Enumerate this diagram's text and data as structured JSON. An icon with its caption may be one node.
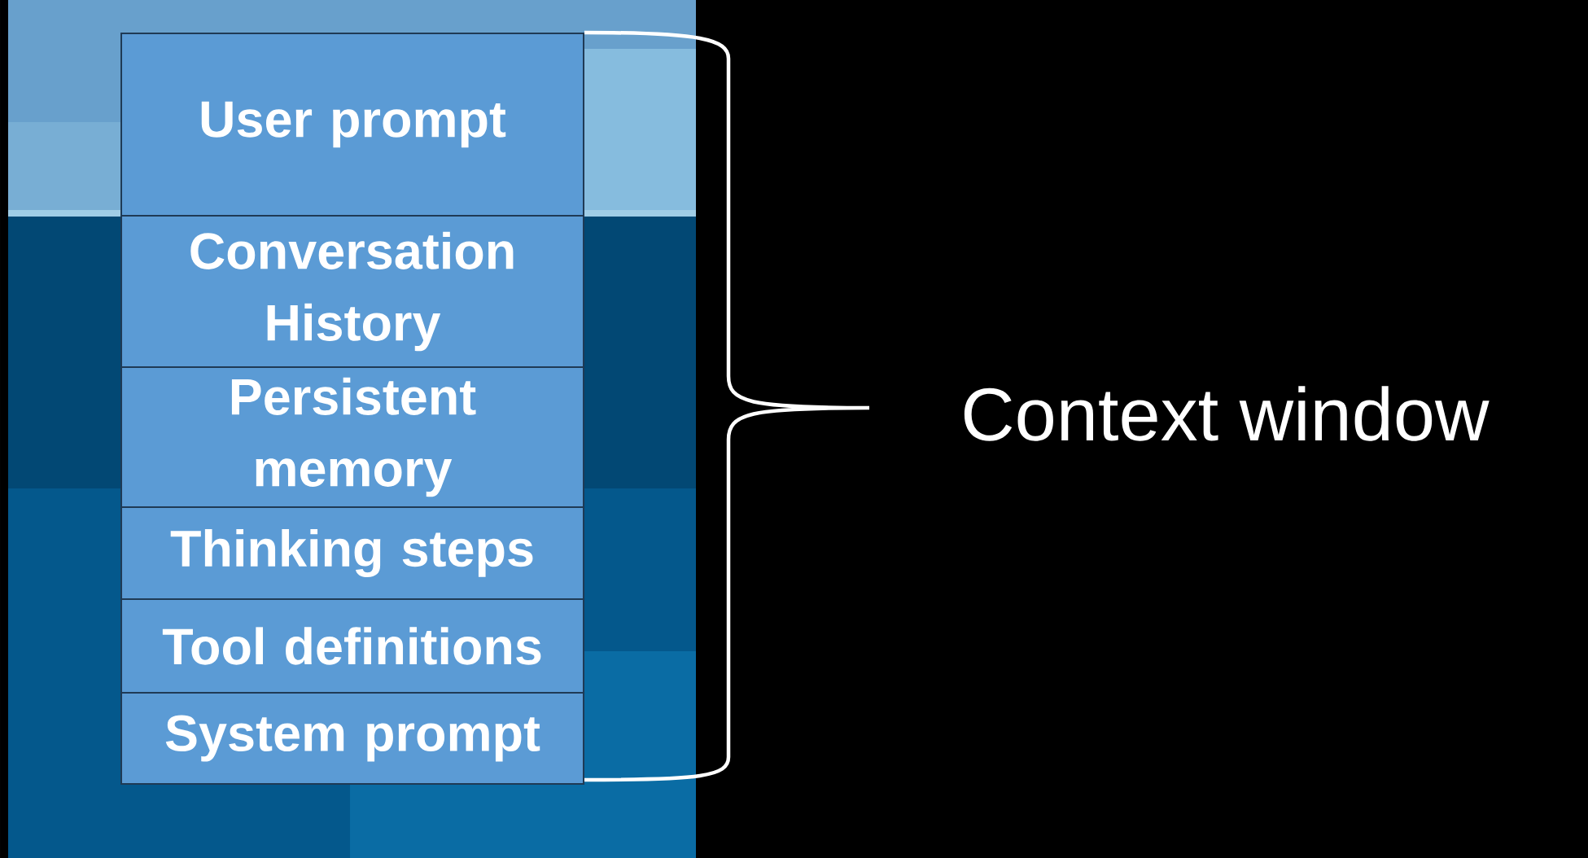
{
  "diagram": {
    "nodes": [
      {
        "text": [
          "User prompt"
        ]
      },
      {
        "text": [
          "Conversation History"
        ]
      },
      {
        "text": [
          "Persistent memory"
        ]
      },
      {
        "text": [
          "Thinking steps"
        ]
      },
      {
        "text": [
          "Tool definitions"
        ]
      },
      {
        "text": [
          "System prompt"
        ]
      }
    ],
    "labels": [
      "Context window"
    ]
  }
}
